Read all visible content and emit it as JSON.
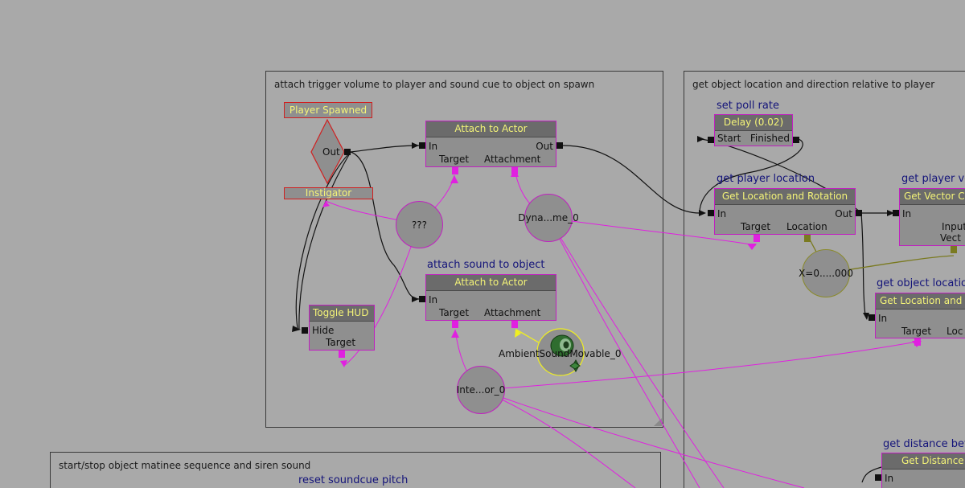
{
  "comments": {
    "c1": "attach trigger volume to player and sound cue to object on spawn",
    "c2": "get object location and direction relative to player",
    "c3": "start/stop object matinee sequence and siren sound"
  },
  "events": {
    "player_spawned": "Player Spawned",
    "out": "Out",
    "instigator": "Instigator"
  },
  "nodes": {
    "attach1": {
      "title": "Attach to Actor",
      "in": "In",
      "out": "Out",
      "target": "Target",
      "attachment": "Attachment"
    },
    "attach2": {
      "caption": "attach sound to object",
      "title": "Attach to Actor",
      "in": "In",
      "target": "Target",
      "attachment": "Attachment"
    },
    "toggle_hud": {
      "title": "Toggle HUD",
      "hide": "Hide",
      "target": "Target"
    },
    "delay": {
      "caption": "set poll rate",
      "title": "Delay (0.02)",
      "start": "Start",
      "finished": "Finished"
    },
    "get_loc1": {
      "caption": "get player location",
      "title": "Get Location and Rotation",
      "in": "In",
      "out": "Out",
      "target": "Target",
      "location": "Location"
    },
    "get_vec": {
      "caption": "get player ve",
      "title": "Get Vector C",
      "in": "In",
      "input": "Input",
      "vect": "Vect"
    },
    "get_loc2": {
      "caption": "get object locatio",
      "title": "Get Location and",
      "in": "In",
      "target": "Target",
      "loc": "Loc"
    },
    "get_dist": {
      "caption": "get distance bet",
      "title": "Get Distance",
      "in": "In"
    },
    "reset_pitch": {
      "caption": "reset soundcue pitch"
    }
  },
  "variables": {
    "unknown": "???",
    "dynamic": "Dyna...me_0",
    "vector": "X=0.....000",
    "interp": "Inte...or_0",
    "ambient": "AmbientSoundMovable_0"
  },
  "colors": {
    "background": "#a9a9a9",
    "node_border": "#c020c0",
    "title_text": "#f4f478",
    "caption_text": "#14147a",
    "wire_object": "#e020e0",
    "wire_vector": "#7a7a20",
    "event_border": "#d02020"
  }
}
